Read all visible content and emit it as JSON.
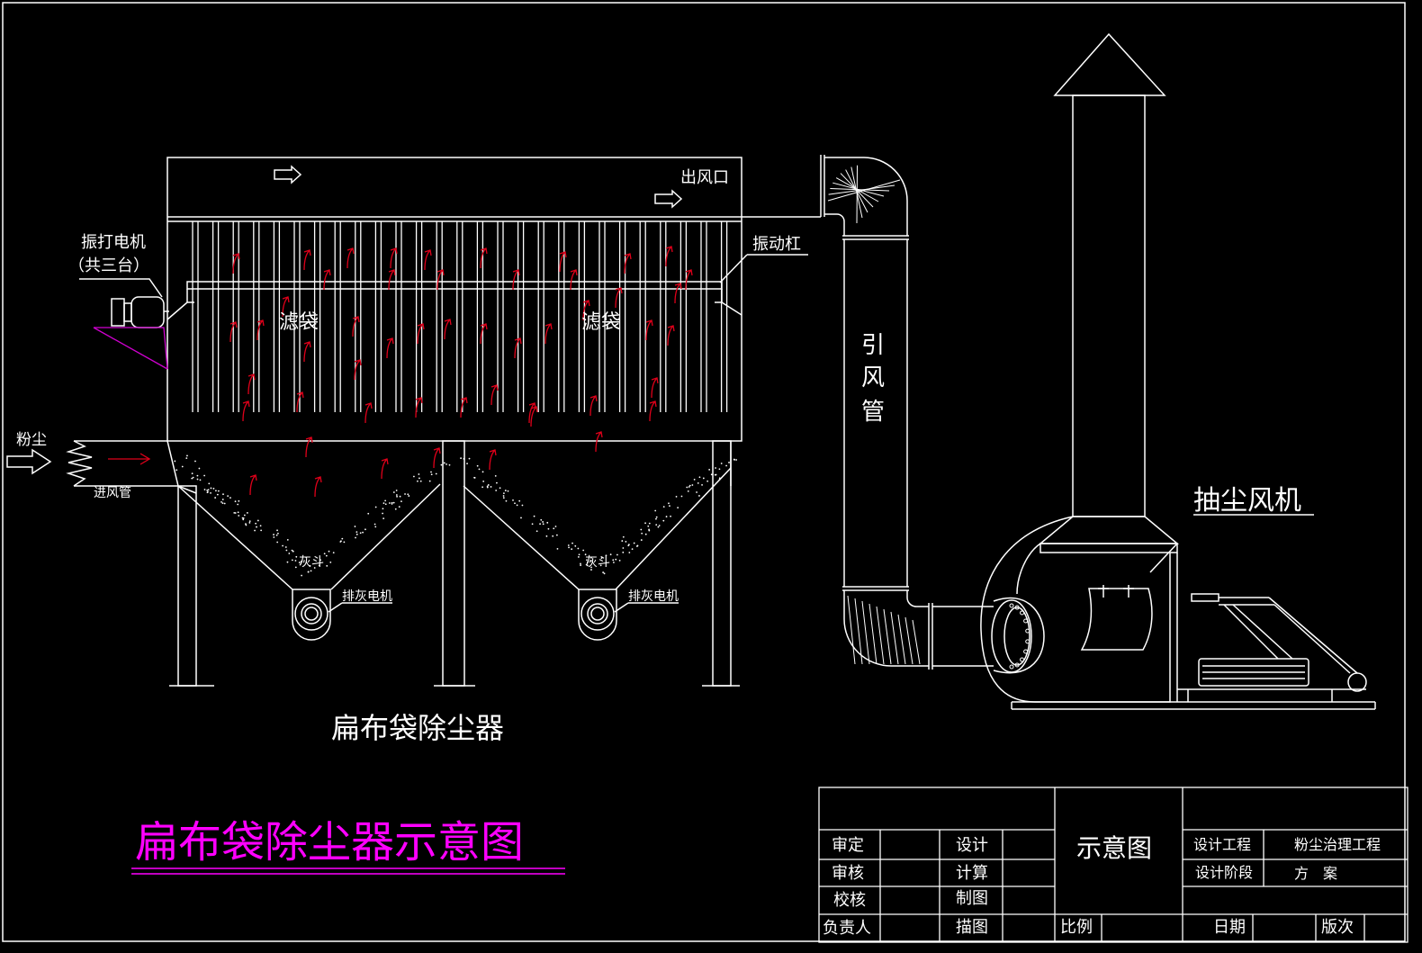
{
  "labels": {
    "outlet": "出风口",
    "shaker_motor": "振打电机",
    "shaker_motor_count": "（共三台）",
    "vibration_bar": "振动杠",
    "filter_bag_left": "滤袋",
    "filter_bag_right": "滤袋",
    "dust": "粉尘",
    "inlet_pipe": "进风管",
    "hopper_left": "灰斗",
    "hopper_right": "灰斗",
    "discharge_motor_left": "排灰电机",
    "discharge_motor_right": "排灰电机",
    "induced_duct": [
      "引",
      "风",
      "管"
    ],
    "fan": "抽尘风机",
    "collector_name": "扁布袋除尘器",
    "drawing_title": "扁布袋除尘器示意图"
  },
  "title_block": {
    "approve": "审定",
    "review": "审核",
    "check": "校核",
    "responsible": "负责人",
    "design": "设计",
    "calculate": "计算",
    "draw": "制图",
    "trace": "描图",
    "sheet_name": "示意图",
    "scale": "比例",
    "date": "日期",
    "revision": "版次",
    "project_label": "设计工程",
    "project_value": "粉尘治理工程",
    "stage_label": "设计阶段",
    "stage_value": "方　案"
  },
  "colors": {
    "background": "#000000",
    "lines": "#ffffff",
    "airflow": "#e0001a",
    "title": "#ff00ff"
  }
}
